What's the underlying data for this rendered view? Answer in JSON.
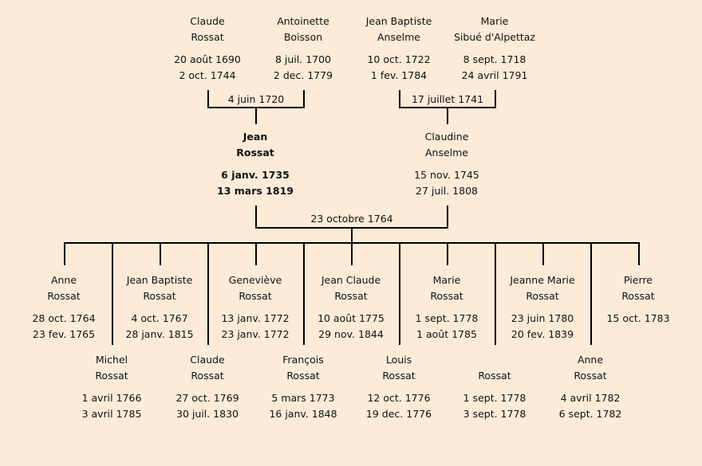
{
  "grandparents": [
    {
      "first": "Claude",
      "last": "Rossat",
      "birth": "20 août 1690",
      "death": "2 oct. 1744"
    },
    {
      "first": "Antoinette",
      "last": "Boisson",
      "birth": "8 juil. 1700",
      "death": "2 dec. 1779"
    },
    {
      "first": "Jean Baptiste",
      "last": "Anselme",
      "birth": "10 oct. 1722",
      "death": "1 fev. 1784"
    },
    {
      "first": "Marie",
      "last": "Sibué d'Alpettaz",
      "birth": "8 sept. 1718",
      "death": "24 avril 1791"
    }
  ],
  "marriages": {
    "paternal": "4 juin 1720",
    "maternal": "17 juillet 1741",
    "parents": "23 octobre 1764"
  },
  "parents": [
    {
      "first": "Jean",
      "last": "Rossat",
      "birth": "6 janv. 1735",
      "death": "13 mars 1819"
    },
    {
      "first": "Claudine",
      "last": "Anselme",
      "birth": "15 nov. 1745",
      "death": "27 juil. 1808"
    }
  ],
  "children_top": [
    {
      "first": "Anne",
      "last": "Rossat",
      "birth": "28 oct. 1764",
      "death": "23 fev. 1765"
    },
    {
      "first": "Jean Baptiste",
      "last": "Rossat",
      "birth": "4 oct. 1767",
      "death": "28 janv. 1815"
    },
    {
      "first": "Geneviève",
      "last": "Rossat",
      "birth": "13 janv. 1772",
      "death": "23 janv. 1772"
    },
    {
      "first": "Jean Claude",
      "last": "Rossat",
      "birth": "10 août 1775",
      "death": "29 nov. 1844"
    },
    {
      "first": "Marie",
      "last": "Rossat",
      "birth": "1 sept. 1778",
      "death": "1 août 1785"
    },
    {
      "first": "Jeanne Marie",
      "last": "Rossat",
      "birth": "23 juin 1780",
      "death": "20 fev. 1839"
    },
    {
      "first": "Pierre",
      "last": "Rossat",
      "birth": "15 oct. 1783",
      "death": ""
    }
  ],
  "children_bottom": [
    {
      "first": "Michel",
      "last": "Rossat",
      "birth": "1 avril 1766",
      "death": "3 avril 1785"
    },
    {
      "first": "Claude",
      "last": "Rossat",
      "birth": "27 oct. 1769",
      "death": "30 juil. 1830"
    },
    {
      "first": "François",
      "last": "Rossat",
      "birth": "5 mars 1773",
      "death": "16 janv. 1848"
    },
    {
      "first": "Louis",
      "last": "Rossat",
      "birth": "12 oct. 1776",
      "death": "19 dec. 1776"
    },
    {
      "first": "",
      "last": "Rossat",
      "birth": "1 sept. 1778",
      "death": "3 sept. 1778"
    },
    {
      "first": "Anne",
      "last": "Rossat",
      "birth": "4 avril 1782",
      "death": "6 sept. 1782"
    }
  ]
}
